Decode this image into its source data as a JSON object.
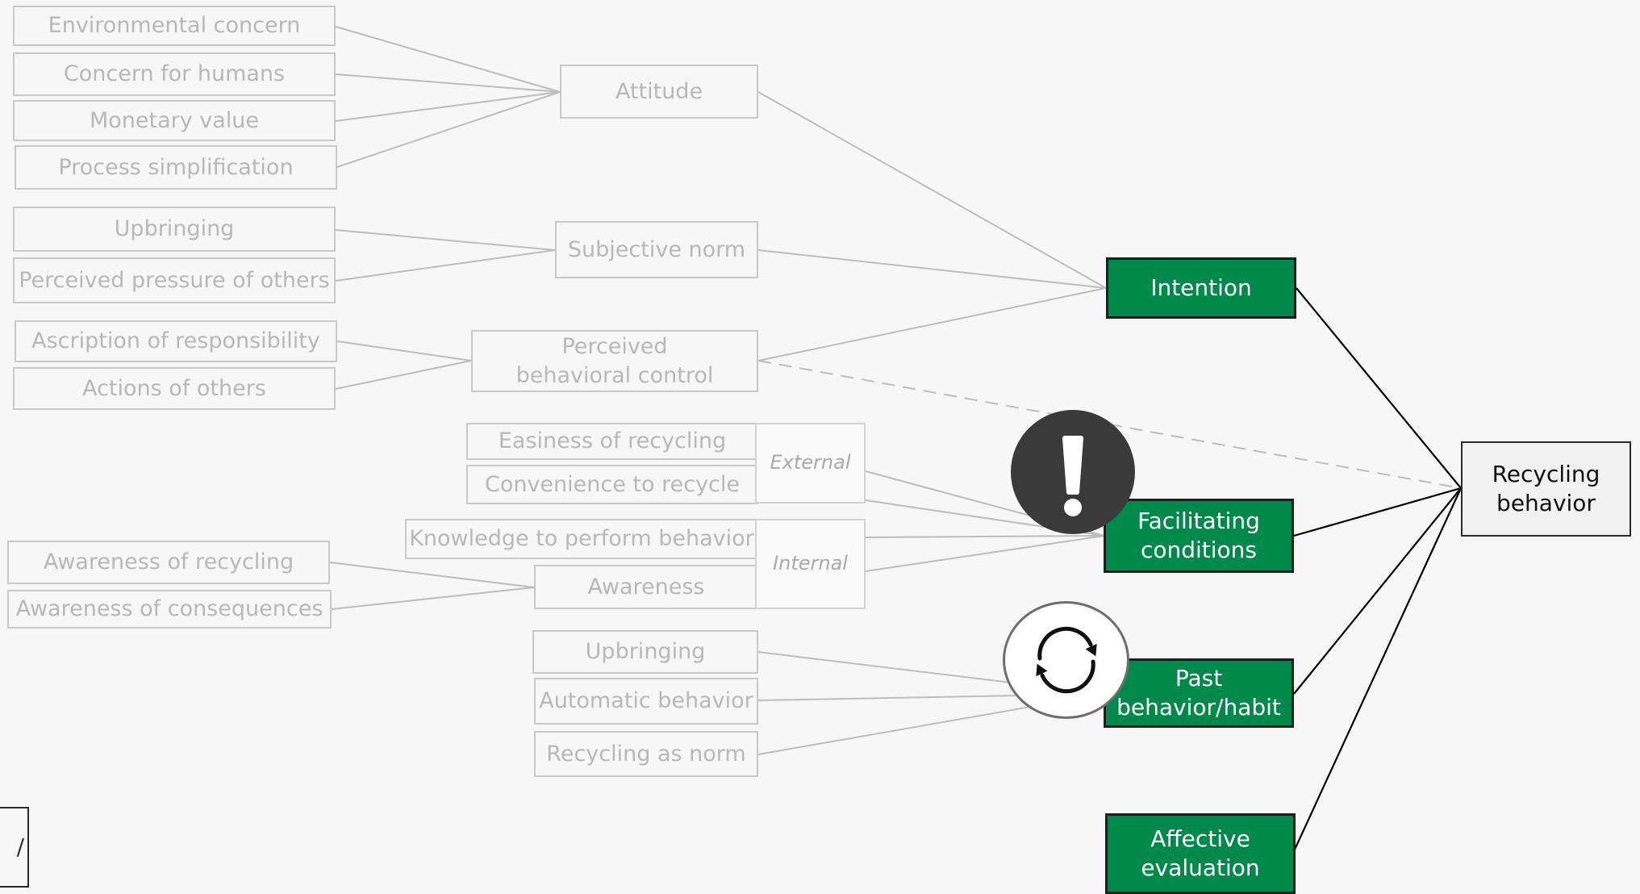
{
  "attitude_factors": [
    "Environmental concern",
    "Concern for humans",
    "Monetary value",
    "Process simplification"
  ],
  "norm_factors": [
    "Upbringing",
    "Perceived pressure of others"
  ],
  "control_factors": [
    "Ascription of responsibility",
    "Actions of others"
  ],
  "external_factors": [
    "Easiness of recycling",
    "Convenience to recycle"
  ],
  "awareness_factors": [
    "Awareness of recycling",
    "Awareness of consequences"
  ],
  "internal_factors": [
    "Knowledge to perform behavior",
    "Awareness"
  ],
  "habit_factors": [
    "Upbringing",
    "Automatic behavior",
    "Recycling as norm"
  ],
  "constructs": {
    "attitude": "Attitude",
    "subjective_norm": "Subjective norm",
    "perceived_control": "Perceived behavioral control"
  },
  "tags": {
    "external": "External",
    "internal": "Internal"
  },
  "determinants": {
    "intention": "Intention",
    "facilitating": "Facilitating conditions",
    "habit": "Past behavior/habit",
    "affective": "Affective evaluation"
  },
  "outcome": "Recycling behavior",
  "legend_fragment": "/",
  "icons": {
    "warning": "exclamation-icon",
    "habit": "cycle-arrows-icon"
  },
  "colors": {
    "green": "#00894b",
    "faded_text": "#b8b8b8",
    "faded_border": "#c9c9c9",
    "line_light": "#bdbdbd",
    "line_dark": "#000000"
  }
}
